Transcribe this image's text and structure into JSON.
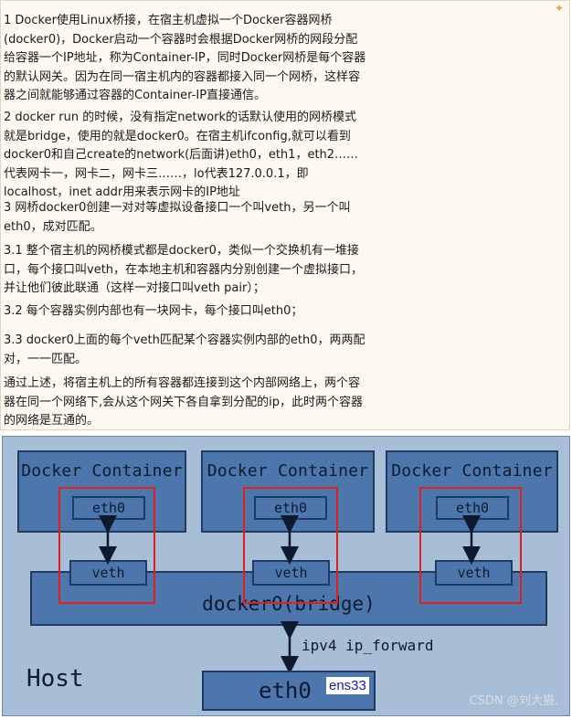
{
  "note": {
    "paragraphs": [
      "1 Docker使用Linux桥接，在宿主机虚拟一个Docker容器网桥(docker0)，Docker启动一个容器时会根据Docker网桥的网段分配给容器一个IP地址，称为Container-IP，同时Docker网桥是每个容器的默认网关。因为在同一宿主机内的容器都接入同一个网桥，这样容器之间就能够通过容器的Container-IP直接通信。",
      "2 docker run 的时候，没有指定network的话默认使用的网桥模式就是bridge，使用的就是docker0。在宿主机ifconfig,就可以看到docker0和自己create的network(后面讲)eth0，eth1，eth2……代表网卡一，网卡二，网卡三……，lo代表127.0.0.1，即localhost，inet addr用来表示网卡的IP地址",
      "3 网桥docker0创建一对对等虚拟设备接口一个叫veth，另一个叫eth0，成对匹配。",
      "   3.1 整个宿主机的网桥模式都是docker0，类似一个交换机有一堆接口，每个接口叫veth，在本地主机和容器内分别创建一个虚拟接口，并让他们彼此联通（这样一对接口叫veth pair）；",
      "   3.2 每个容器实例内部也有一块网卡，每个接口叫eth0；",
      "   3.3 docker0上面的每个veth匹配某个容器实例内部的eth0，两两配对，一一匹配。",
      " 通过上述，将宿主机上的所有容器都连接到这个内部网络上，两个容器在同一个网络下,会从这个网关下各自拿到分配的ip，此时两个容器的网络是互通的。"
    ]
  },
  "diagram": {
    "containers": [
      {
        "title": "Docker Container",
        "inner_nic": "eth0",
        "bridge_nic": "veth"
      },
      {
        "title": "Docker Container",
        "inner_nic": "eth0",
        "bridge_nic": "veth"
      },
      {
        "title": "Docker Container",
        "inner_nic": "eth0",
        "bridge_nic": "veth"
      }
    ],
    "bridge_label": "docker0(bridge)",
    "forward_label": "ipv4 ip_forward",
    "host_label": "Host",
    "host_nic_label": "eth0",
    "host_nic_badge": "ens33",
    "highlight_color": "#e0201e"
  },
  "watermark": "CSDN @刘大猫."
}
